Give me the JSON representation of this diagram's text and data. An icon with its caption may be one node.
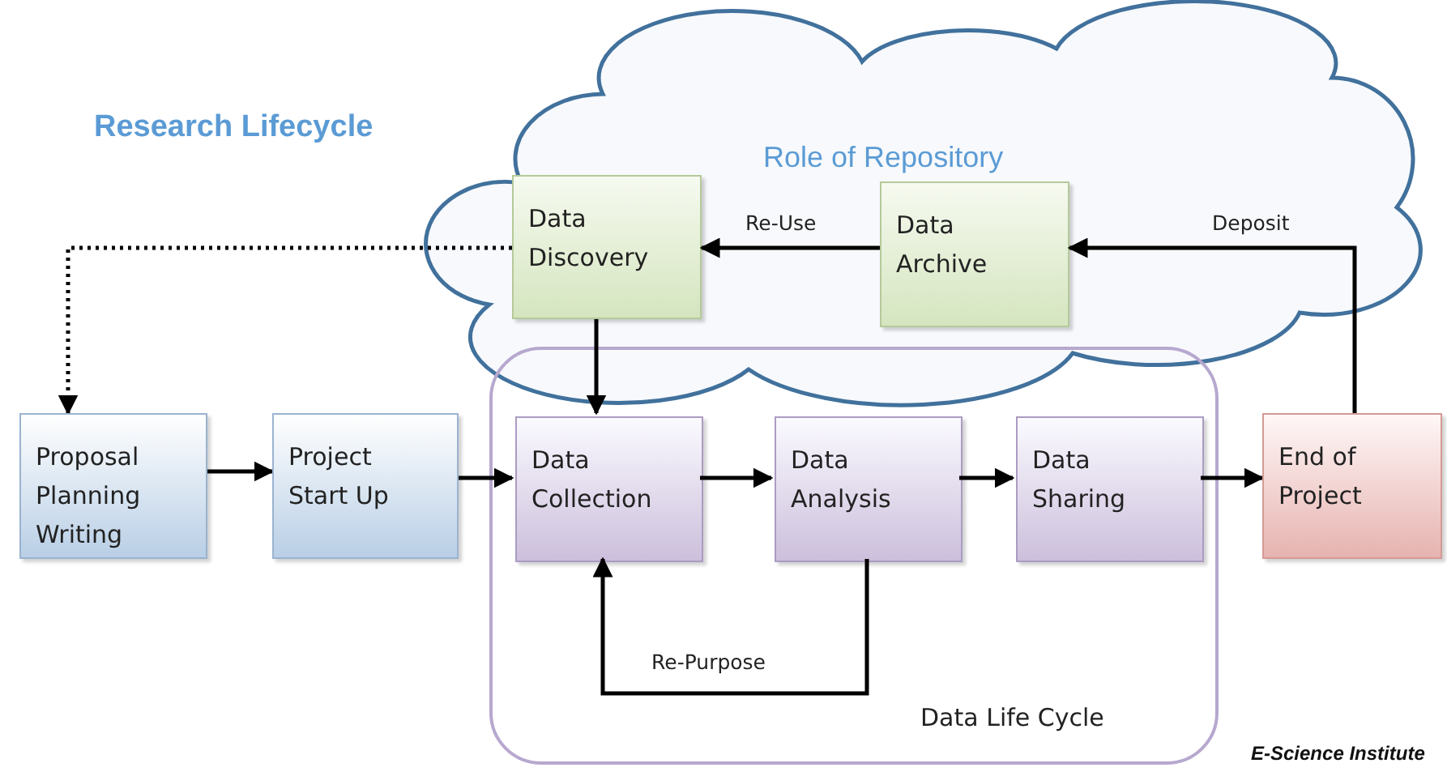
{
  "diagram": {
    "title": "Research Lifecycle",
    "nodes": [
      {
        "text": [
          "Role of Repository"
        ]
      },
      {
        "text": [
          "Data Discovery"
        ],
        "in": 0
      },
      {
        "text": [
          "Data Archive"
        ],
        "in": 0
      },
      {
        "text": [
          "Proposal Planning Writing"
        ]
      },
      {
        "text": [
          "Project Start Up"
        ]
      },
      {
        "text": [
          "Data Life Cycle"
        ]
      },
      {
        "text": [
          "Data Collection"
        ],
        "in": 5
      },
      {
        "text": [
          "Data Analysis"
        ],
        "in": 5
      },
      {
        "text": [
          "Data Sharing"
        ],
        "in": 5
      },
      {
        "text": [
          "End of Project"
        ]
      }
    ],
    "edges": [
      {
        "from": 2,
        "to": 1,
        "arrow": "to",
        "label": "Re-Use"
      },
      {
        "from": 9,
        "to": 2,
        "arrow": "to",
        "label": "Deposit"
      },
      {
        "from": 1,
        "to": 3,
        "arrow": "to",
        "style": "dashed"
      },
      {
        "from": 1,
        "to": 6,
        "arrow": "to"
      },
      {
        "from": 3,
        "to": 4,
        "arrow": "to"
      },
      {
        "from": 4,
        "to": 6,
        "arrow": "to"
      },
      {
        "from": 6,
        "to": 7,
        "arrow": "to"
      },
      {
        "from": 7,
        "to": 8,
        "arrow": "to"
      },
      {
        "from": 8,
        "to": 9,
        "arrow": "to"
      },
      {
        "from": 7,
        "to": 6,
        "arrow": "to",
        "label": "Re-Purpose"
      }
    ],
    "labels": [
      "E-Science Institute"
    ]
  }
}
